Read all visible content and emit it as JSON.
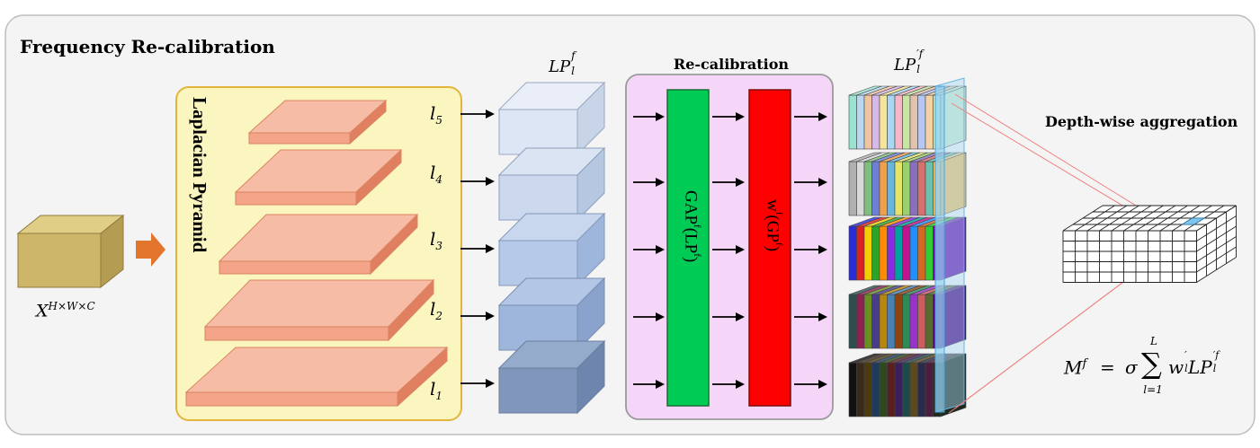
{
  "title": "Frequency Re-calibration",
  "input_label": "X",
  "input_dims": "H×W×C",
  "pyramid_label": "Laplacian Pyramid",
  "levels": [
    "l5",
    "l4",
    "l3",
    "l2",
    "l1"
  ],
  "levels_display": [
    {
      "base": "l",
      "sub": "5"
    },
    {
      "base": "l",
      "sub": "4"
    },
    {
      "base": "l",
      "sub": "3"
    },
    {
      "base": "l",
      "sub": "2"
    },
    {
      "base": "l",
      "sub": "1"
    }
  ],
  "lp_label": {
    "base": "LP",
    "sup": "f",
    "sub": "l"
  },
  "recalibration": {
    "title": "Re-calibration",
    "gap_label": "GAP",
    "gap_label_sup": "f",
    "gap_label_arg": "(LP",
    "gap_label_arg_sup": "f",
    "gap_label_close": ")",
    "w_label": "w",
    "w_label_sup": "f",
    "w_label_sub": "l",
    "w_label_arg": "(GP",
    "w_label_arg_sup": "f",
    "w_label_arg_sub": "l",
    "w_label_close": ")"
  },
  "lpp_label": {
    "base": "LP",
    "sup": "′f",
    "sub": "l"
  },
  "aggregation_title": "Depth-wise aggregation",
  "formula": {
    "lhs": "M",
    "lhs_sup": "f",
    "eq": "=",
    "sigma": "σ",
    "sum_upper": "L",
    "sum_lower": "l=1",
    "w": "w",
    "w_sub": "l",
    "w_sup": "′",
    "lp": "LP",
    "lp_sup": "′f",
    "lp_sub": "l"
  },
  "colors": {
    "panel_border": "#bdbdbd",
    "pyramid_box": "#fbf6c0",
    "pyramid_border": "#e3b53a",
    "layer_top": "#f7bca5",
    "layer_front": "#f4a488",
    "layer_side": "#e08060",
    "input_top": "#e0cd86",
    "input_front": "#cdb668",
    "input_side": "#b49d52",
    "orange_arrow": "#e2752b",
    "recal_box": "#f6d6f8",
    "gap_bar": "#00cc55",
    "w_bar": "#ff0000"
  },
  "channel_palettes": [
    [
      "#9ae3cf",
      "#b9d7f0",
      "#f1c3a0",
      "#d4b9ea",
      "#f4e49c",
      "#a8d8f3",
      "#f6b7c9",
      "#c7e5a4",
      "#e3c3b0",
      "#b7c7f5",
      "#f5d2a6",
      "#cdeacd"
    ],
    [
      "#b0b0b0",
      "#d9d9d9",
      "#7fbf7f",
      "#6e7fd6",
      "#f0a04b",
      "#67b7dd",
      "#e4e46b",
      "#9ad06e",
      "#8a6fbf",
      "#d97070",
      "#6cc0b0",
      "#f2c065"
    ],
    [
      "#2b2bd8",
      "#e02020",
      "#f0d000",
      "#2aa52a",
      "#ff8c00",
      "#8a2be2",
      "#00a0a0",
      "#c0148c",
      "#1e90ff",
      "#d2691e",
      "#32cd32",
      "#6a0dad"
    ],
    [
      "#2f4f4f",
      "#8b2252",
      "#6b8e23",
      "#483d8b",
      "#b8860b",
      "#4682b4",
      "#8b4513",
      "#2e8b57",
      "#9932cc",
      "#cd5c5c",
      "#556b2f",
      "#4b0082"
    ],
    [
      "#111111",
      "#3a2a1a",
      "#4a3b12",
      "#1e3a5f",
      "#2d4a1e",
      "#5a1e1e",
      "#3c1e5a",
      "#1e4a4a",
      "#5a4a1e",
      "#2a2a4a",
      "#4a1e3c",
      "#1e2a1e"
    ]
  ]
}
